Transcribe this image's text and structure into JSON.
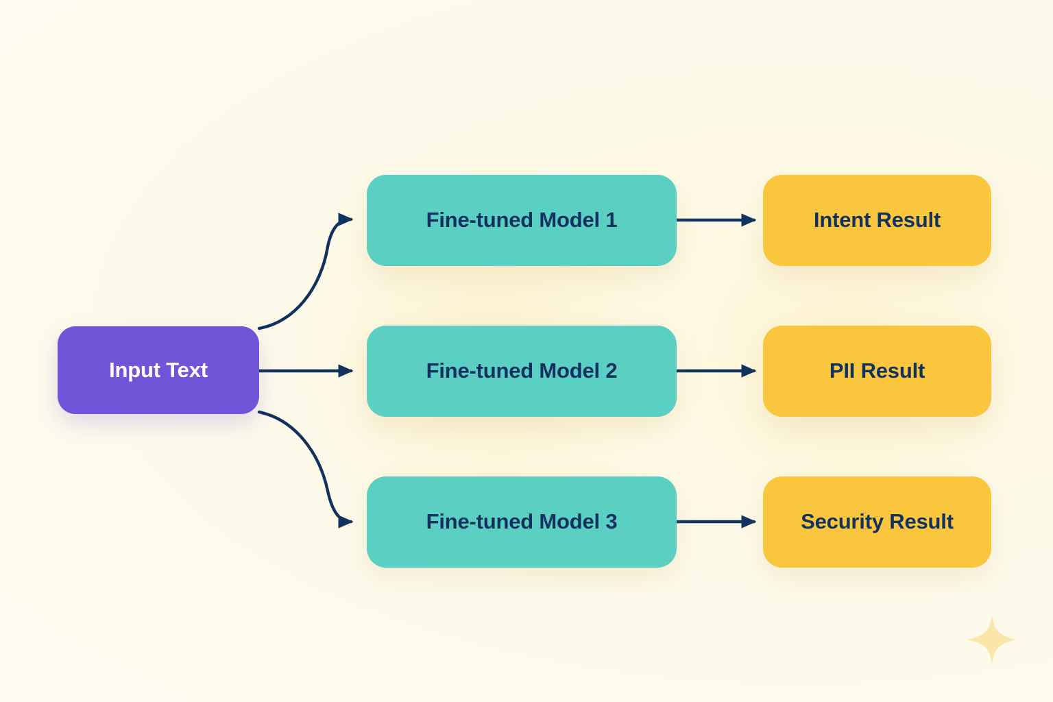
{
  "diagram": {
    "title": "Input Text routed to three fine-tuned models producing three results",
    "background_color": "#fdfaea",
    "nodes": {
      "input": {
        "label": "Input Text",
        "color": "#7055d9",
        "text_color": "#ffffff"
      },
      "models": [
        {
          "label": "Fine-tuned Model 1",
          "color": "#5ccfc3",
          "text_color": "#11315f"
        },
        {
          "label": "Fine-tuned Model 2",
          "color": "#5ccfc3",
          "text_color": "#11315f"
        },
        {
          "label": "Fine-tuned Model 3",
          "color": "#5ccfc3",
          "text_color": "#11315f"
        }
      ],
      "results": [
        {
          "label": "Intent Result",
          "color": "#fac63e",
          "text_color": "#11315f"
        },
        {
          "label": "PII Result",
          "color": "#fac63e",
          "text_color": "#11315f"
        },
        {
          "label": "Security Result",
          "color": "#fac63e",
          "text_color": "#11315f"
        }
      ]
    },
    "edges": {
      "color": "#11315f",
      "items": [
        {
          "from": "Input Text",
          "to": "Fine-tuned Model 1",
          "style": "curved"
        },
        {
          "from": "Input Text",
          "to": "Fine-tuned Model 2",
          "style": "straight"
        },
        {
          "from": "Input Text",
          "to": "Fine-tuned Model 3",
          "style": "curved"
        },
        {
          "from": "Fine-tuned Model 1",
          "to": "Intent Result",
          "style": "straight"
        },
        {
          "from": "Fine-tuned Model 2",
          "to": "PII Result",
          "style": "straight"
        },
        {
          "from": "Fine-tuned Model 3",
          "to": "Security Result",
          "style": "straight"
        }
      ]
    },
    "decoration": {
      "sparkle_icon": "sparkle-icon",
      "sparkle_color": "#fae6a9"
    }
  }
}
